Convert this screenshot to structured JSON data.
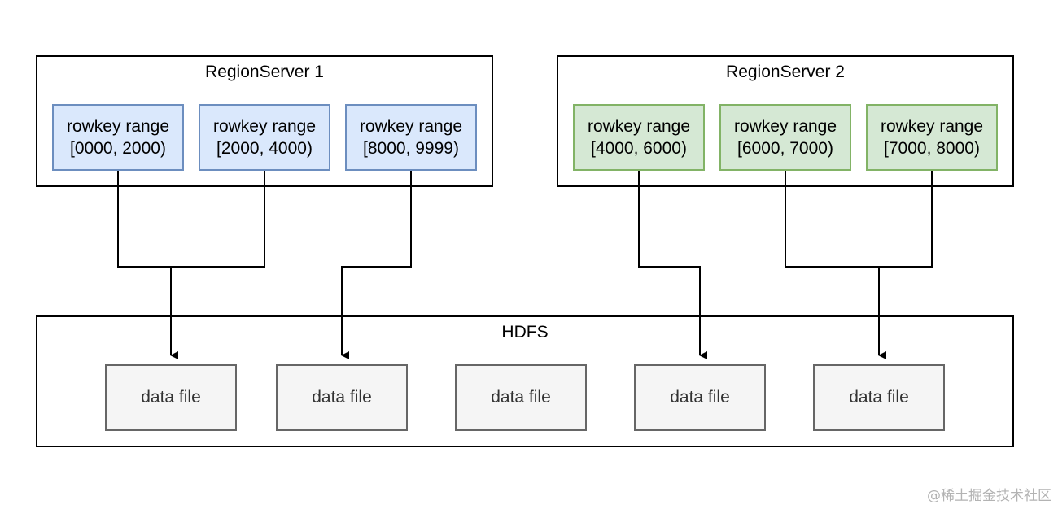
{
  "diagram": {
    "servers": [
      {
        "title": "RegionServer 1",
        "regions": [
          {
            "line1": "rowkey range",
            "line2": "[0000, 2000)"
          },
          {
            "line1": "rowkey range",
            "line2": "[2000, 4000)"
          },
          {
            "line1": "rowkey range",
            "line2": "[8000, 9999)"
          }
        ]
      },
      {
        "title": "RegionServer 2",
        "regions": [
          {
            "line1": "rowkey range",
            "line2": "[4000, 6000)"
          },
          {
            "line1": "rowkey range",
            "line2": "[6000, 7000)"
          },
          {
            "line1": "rowkey range",
            "line2": "[7000, 8000)"
          }
        ]
      }
    ],
    "hdfs": {
      "title": "HDFS",
      "files": [
        "data file",
        "data file",
        "data file",
        "data file",
        "data file"
      ]
    },
    "colors": {
      "server1_region_fill": "#dae8fc",
      "server1_region_border": "#6c8ebf",
      "server2_region_fill": "#d5e8d4",
      "server2_region_border": "#82b366",
      "file_fill": "#f5f5f5",
      "file_border": "#666666"
    },
    "watermark": "@稀土掘金技术社区"
  }
}
